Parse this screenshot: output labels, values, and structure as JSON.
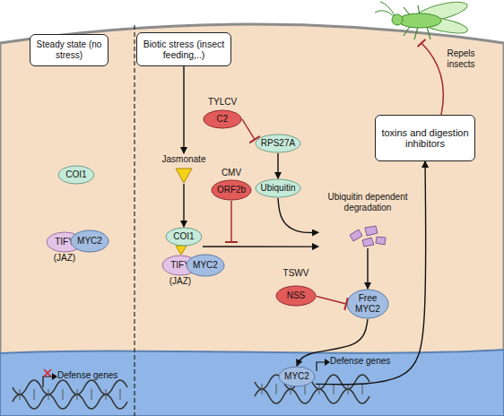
{
  "diagram": {
    "nodes": [
      {
        "text": [
          "Steady state (no stress)"
        ]
      },
      {
        "text": [
          "Biotic stress (insect feeding,..)"
        ]
      },
      {
        "text": [
          "TYLCV",
          "C2"
        ]
      },
      {
        "text": [
          "toxins and digestion inhibitors"
        ]
      },
      {
        "text": [
          "RPS27A"
        ]
      },
      {
        "text": [
          "Jasmonate"
        ]
      },
      {
        "text": [
          "COI1"
        ]
      },
      {
        "text": [
          "CMV",
          "ORF2b"
        ]
      },
      {
        "text": [
          "Ubiquitin"
        ]
      },
      {
        "text": [
          "Ubiquitin dependent degradation"
        ]
      },
      {
        "text": [
          "COI1"
        ]
      },
      {
        "text": [
          "TIFY",
          "(JAZ)"
        ]
      },
      {
        "text": [
          "MYC2"
        ]
      },
      {
        "text": [
          "TIFY",
          "(JAZ)"
        ]
      },
      {
        "text": [
          "MYC2"
        ]
      },
      {
        "text": [
          "TSWV",
          "NSS"
        ]
      },
      {
        "text": [
          "Free MYC2"
        ]
      },
      {
        "text": [
          "MYC2"
        ]
      }
    ],
    "edges": [
      {
        "from": 1,
        "to": 5,
        "arrow": "to"
      },
      {
        "from": 5,
        "to": 10,
        "arrow": "to"
      },
      {
        "from": 2,
        "to": 4,
        "arrow": "to"
      },
      {
        "from": 4,
        "to": 8,
        "arrow": "to"
      },
      {
        "from": 8,
        "to": 9,
        "arrow": "to"
      },
      {
        "from": 10,
        "to": 9,
        "arrow": "to"
      },
      {
        "from": 9,
        "to": 16,
        "arrow": "to"
      },
      {
        "from": 15,
        "to": 16,
        "arrow": "to"
      },
      {
        "from": 16,
        "to": 17,
        "arrow": "to"
      },
      {
        "from": 17,
        "to": 3,
        "arrow": "to"
      }
    ],
    "labels": [
      "Repels insects",
      "Defense genes",
      "Defense genes"
    ]
  }
}
